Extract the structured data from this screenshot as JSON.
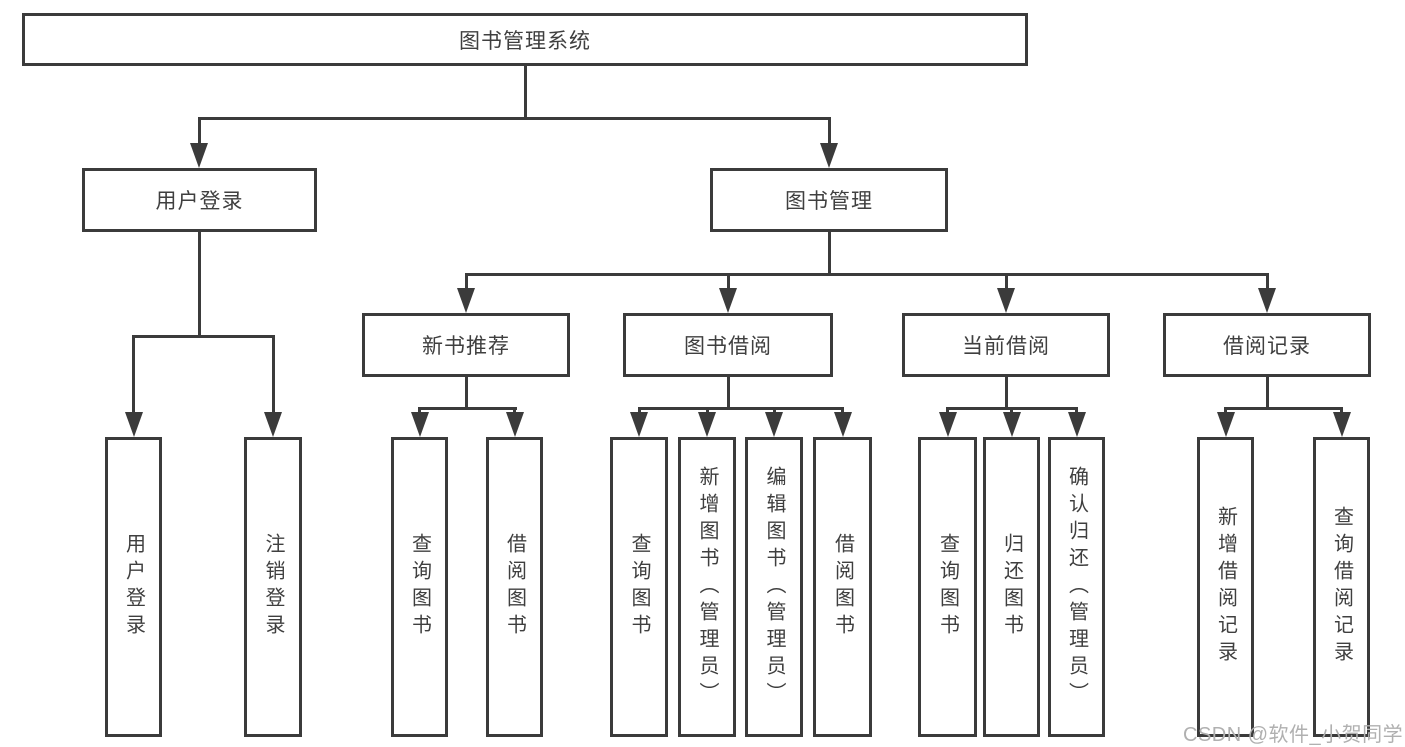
{
  "tree": {
    "root": "图书管理系统",
    "children": [
      {
        "label": "用户登录",
        "children": [
          "用户登录",
          "注销登录"
        ]
      },
      {
        "label": "图书管理",
        "children": [
          {
            "label": "新书推荐",
            "children": [
              "查询图书",
              "借阅图书"
            ]
          },
          {
            "label": "图书借阅",
            "children": [
              "查询图书",
              "新增图书（管理员）",
              "编辑图书（管理员）",
              "借阅图书"
            ]
          },
          {
            "label": "当前借阅",
            "children": [
              "查询图书",
              "归还图书",
              "确认归还（管理员）"
            ]
          },
          {
            "label": "借阅记录",
            "children": [
              "新增借阅记录",
              "查询借阅记录"
            ]
          }
        ]
      }
    ]
  },
  "watermark": {
    "text": "CSDN @软件_小贺同学"
  },
  "colors": {
    "line": "#3b3b3b",
    "text": "#3f3f3f",
    "watermark": "#b0b0b0",
    "background": "#ffffff"
  }
}
